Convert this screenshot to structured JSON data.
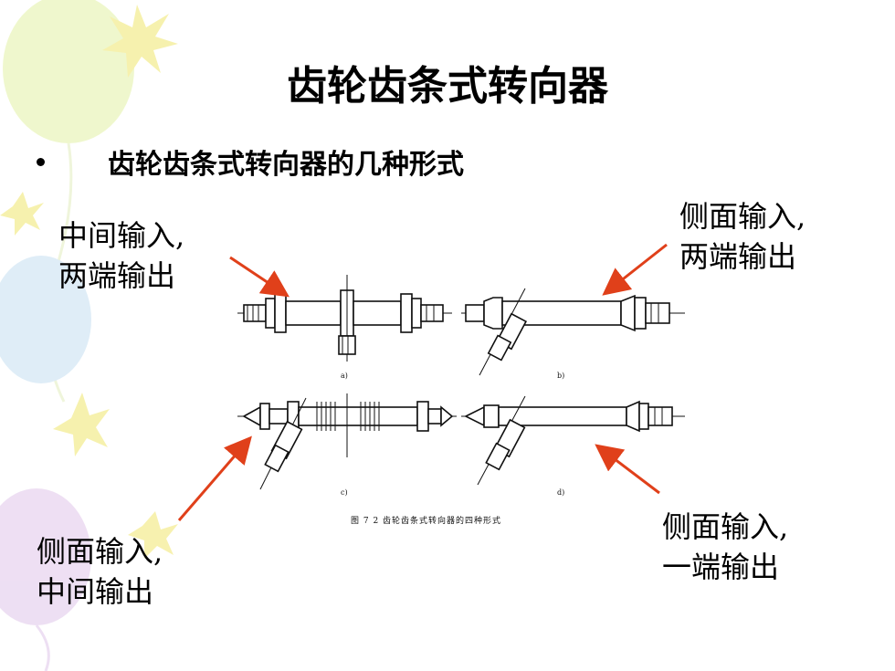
{
  "title": "齿轮齿条式转向器",
  "bullet": "齿轮齿条式转向器的几种形式",
  "labels": {
    "top_left": [
      "中间输入,",
      "两端输出"
    ],
    "top_right": [
      "侧面输入,",
      "两端输出"
    ],
    "bottom_left": [
      "侧面输入,",
      "中间输出"
    ],
    "bottom_right": [
      "侧面输入,",
      "一端输出"
    ]
  },
  "figure": {
    "sub_labels": [
      "a)",
      "b)",
      "c)",
      "d)"
    ],
    "caption": "图 7 2 齿轮齿条式转向器的四种形式"
  },
  "colors": {
    "arrow": "#e0401a",
    "balloon_green": "#eef7c8",
    "balloon_blue": "#dcecf7",
    "balloon_purple": "#ecdcf2",
    "star_yellow": "#f6f0a6"
  }
}
